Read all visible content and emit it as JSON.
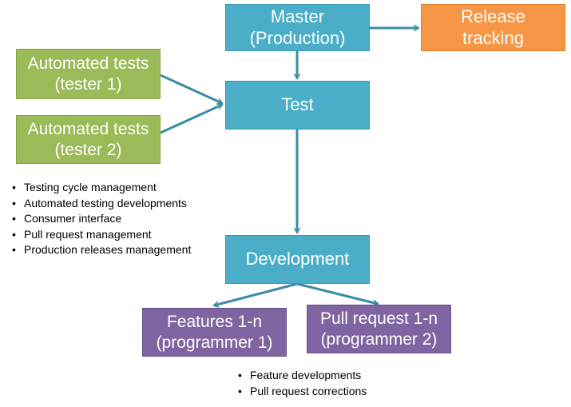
{
  "nodes": {
    "master": {
      "line1": "Master",
      "line2": "(Production)"
    },
    "release": {
      "line1": "Release",
      "line2": "tracking"
    },
    "test": {
      "label": "Test"
    },
    "tester1": {
      "line1": "Automated tests",
      "line2": "(tester 1)"
    },
    "tester2": {
      "line1": "Automated tests",
      "line2": "(tester 2)"
    },
    "development": {
      "label": "Development"
    },
    "features": {
      "line1": "Features 1-n",
      "line2": "(programmer 1)"
    },
    "pullrequest": {
      "line1": "Pull request 1-n",
      "line2": "(programmer 2)"
    }
  },
  "tester_notes": [
    "Testing cycle management",
    "Automated testing developments",
    "Consumer interface",
    "Pull request management",
    "Production releases management"
  ],
  "programmer_notes": [
    "Feature developments",
    "Pull request corrections"
  ],
  "colors": {
    "teal": "#4aaec8",
    "orange": "#f79646",
    "green": "#9bbb59",
    "purple": "#8064a2",
    "arrow": "#3a8ca4"
  }
}
